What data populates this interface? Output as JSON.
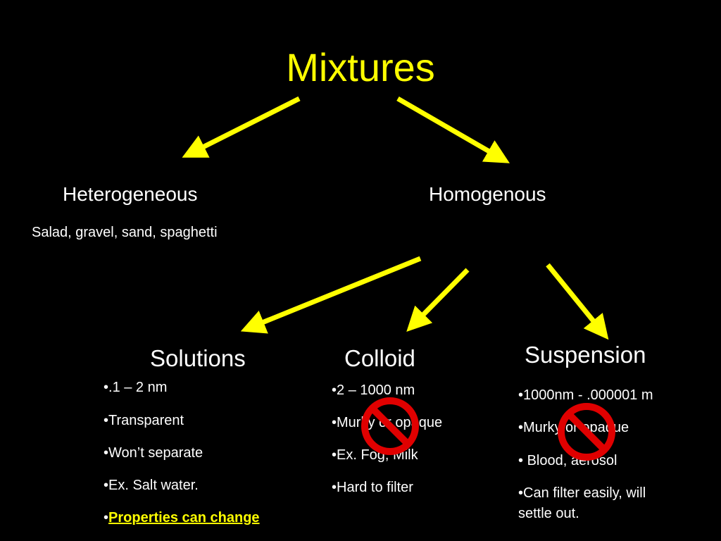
{
  "title": "Mixtures",
  "colors": {
    "background": "#000000",
    "accent": "#ffff00",
    "text": "#ffffff",
    "prohibit": "#e00000"
  },
  "level1": {
    "heterogeneous": {
      "label": "Heterogeneous",
      "examples": "Salad, gravel, sand, spaghetti"
    },
    "homogenous": {
      "label": "Homogenous"
    }
  },
  "level2": {
    "solutions": {
      "label": "Solutions",
      "bullets": [
        ".1 – 2 nm",
        "Transparent",
        "Won’t separate",
        "Ex. Salt water."
      ],
      "highlight": "Properties can change"
    },
    "colloid": {
      "label": "Colloid",
      "bullets": [
        "2 – 1000 nm",
        "Murky or opaque",
        "Ex. Fog, Milk",
        "Hard to filter"
      ]
    },
    "suspension": {
      "label": "Suspension",
      "bullets": [
        "1000nm - .000001 m",
        "Murky or opaque",
        " Blood, aerosol",
        "Can filter easily, will",
        "settle out."
      ]
    }
  },
  "bullet_char": "•",
  "icons": {
    "prohibited": "prohibited-icon",
    "arrow": "arrow-icon"
  }
}
